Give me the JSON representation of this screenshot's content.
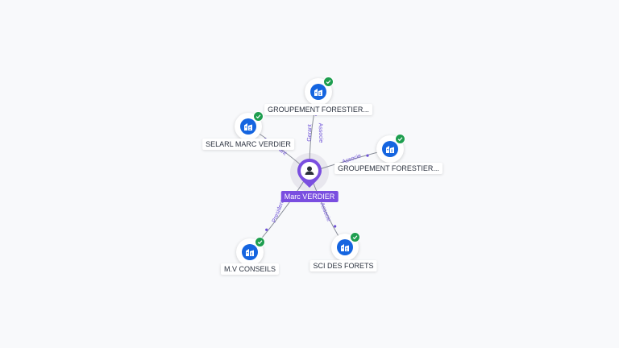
{
  "center": {
    "name": "Marc VERDIER",
    "type": "person",
    "icon": "person-icon",
    "color": "#7a4ee0"
  },
  "companies": [
    {
      "id": "c1",
      "name": "GROUPEMENT FORESTIER...",
      "icon": "company-building-icon",
      "verified": true
    },
    {
      "id": "c2",
      "name": "SELARL MARC VERDIER",
      "icon": "company-building-icon",
      "verified": true
    },
    {
      "id": "c3",
      "name": "GROUPEMENT FORESTIER...",
      "icon": "company-building-icon",
      "verified": true
    },
    {
      "id": "c4",
      "name": "M.V CONSEILS",
      "icon": "company-building-icon",
      "verified": true
    },
    {
      "id": "c5",
      "name": "SCI DES FORETS",
      "icon": "company-building-icon",
      "verified": true
    }
  ],
  "edges": [
    {
      "to": "c1",
      "labels": [
        "Gerant",
        "Associe"
      ]
    },
    {
      "to": "c2",
      "labels": [
        "Gerant"
      ]
    },
    {
      "to": "c3",
      "labels": [
        "Associe"
      ]
    },
    {
      "to": "c4",
      "labels": [
        "President"
      ]
    },
    {
      "to": "c5",
      "labels": [
        "Associe"
      ]
    }
  ],
  "colors": {
    "company_icon": "#1565e0",
    "verified_badge": "#1e9e4f",
    "edge_label": "#6b4fd6",
    "background": "#f8f9fb"
  }
}
